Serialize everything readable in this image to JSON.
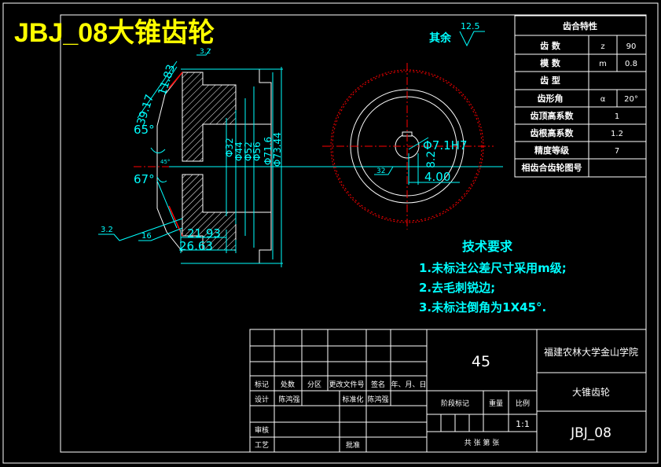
{
  "title_banner": "JBJ_08大锥齿轮",
  "surface_note": {
    "label": "其余",
    "value": "12.5"
  },
  "gear_params": {
    "header": "齿合特性",
    "rows": [
      {
        "name": "齿 数",
        "symbol": "z",
        "value": "90"
      },
      {
        "name": "模 数",
        "symbol": "m",
        "value": "0.8"
      },
      {
        "name": "齿 型",
        "symbol": "",
        "value": ""
      },
      {
        "name": "齿形角",
        "symbol": "α",
        "value": "20°"
      },
      {
        "name": "齿顶高系数",
        "symbol": "",
        "value": "1"
      },
      {
        "name": "齿根高系数",
        "symbol": "",
        "value": "1.2"
      },
      {
        "name": "精度等级",
        "symbol": "",
        "value": "7"
      },
      {
        "name": "相齿合齿轮图号",
        "symbol": "",
        "value": ""
      }
    ]
  },
  "dimensions": {
    "d1": "39.17",
    "d2": "11.83",
    "angle1": "65°",
    "angle2": "67°",
    "r1": "3.2",
    "r2": "16",
    "w1": "21.93",
    "w2": "26.63",
    "dia1": "Φ7.1H7",
    "dia2": "4.00",
    "dia3": "8.2",
    "rough1": "3.2",
    "rough2": "32",
    "chamfer": "45°",
    "vert": [
      "Φ32",
      "Φ44",
      "Φ52",
      "Φ56",
      "Φ71.6",
      "Φ73.44"
    ]
  },
  "tech_req": {
    "title": "技术要求",
    "items": [
      "1.未标注公差尺寸采用m级;",
      "2.去毛刺锐边;",
      "3.未标注倒角为1X45°."
    ]
  },
  "title_block": {
    "material": "45",
    "school": "福建农林大学金山学院",
    "part_name": "大锥齿轮",
    "drawing_no": "JBJ_08",
    "scale_value": "1:1",
    "labels": {
      "mark": "标记",
      "count": "处数",
      "zone": "分区",
      "doc_no": "更改文件号",
      "sign": "签名",
      "date": "年、月、日",
      "design": "设计",
      "designer": "陈鸿强",
      "standard": "标准化",
      "standardizer": "陈鸿强",
      "stage": "阶段标记",
      "weight": "重量",
      "scale": "比例",
      "review": "审核",
      "process": "工艺",
      "approve": "批准",
      "sheets": "共 张 第 张"
    }
  },
  "colors": {
    "background": "#000000",
    "frame": "#ffffff",
    "dim": "#00ffff",
    "red": "#ff0000",
    "banner": "#ffff00"
  }
}
